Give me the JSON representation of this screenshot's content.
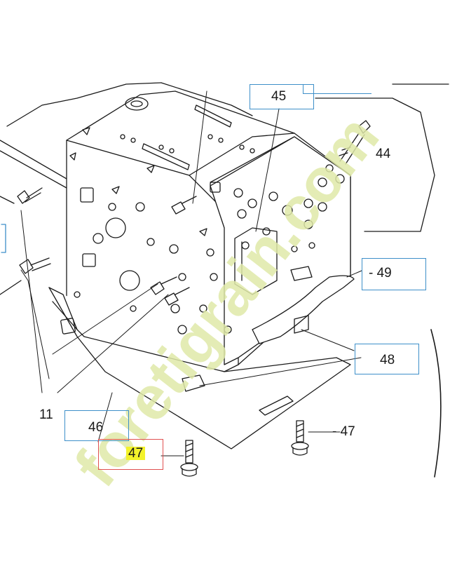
{
  "callouts": {
    "c45": "45",
    "c44": "44",
    "c49": "49",
    "c48": "48",
    "c11": "11",
    "c46": "46",
    "c47_left": "47",
    "c47_right": "47"
  },
  "watermark": {
    "text": "foretigrain.com",
    "color_green": "#dfe9a8",
    "color_orange": "#f6cf9a"
  },
  "colors": {
    "line": "#1a1a1a",
    "box_blue": "#3d8fc9",
    "box_red": "#e05050",
    "highlight": "#f3f22a"
  }
}
